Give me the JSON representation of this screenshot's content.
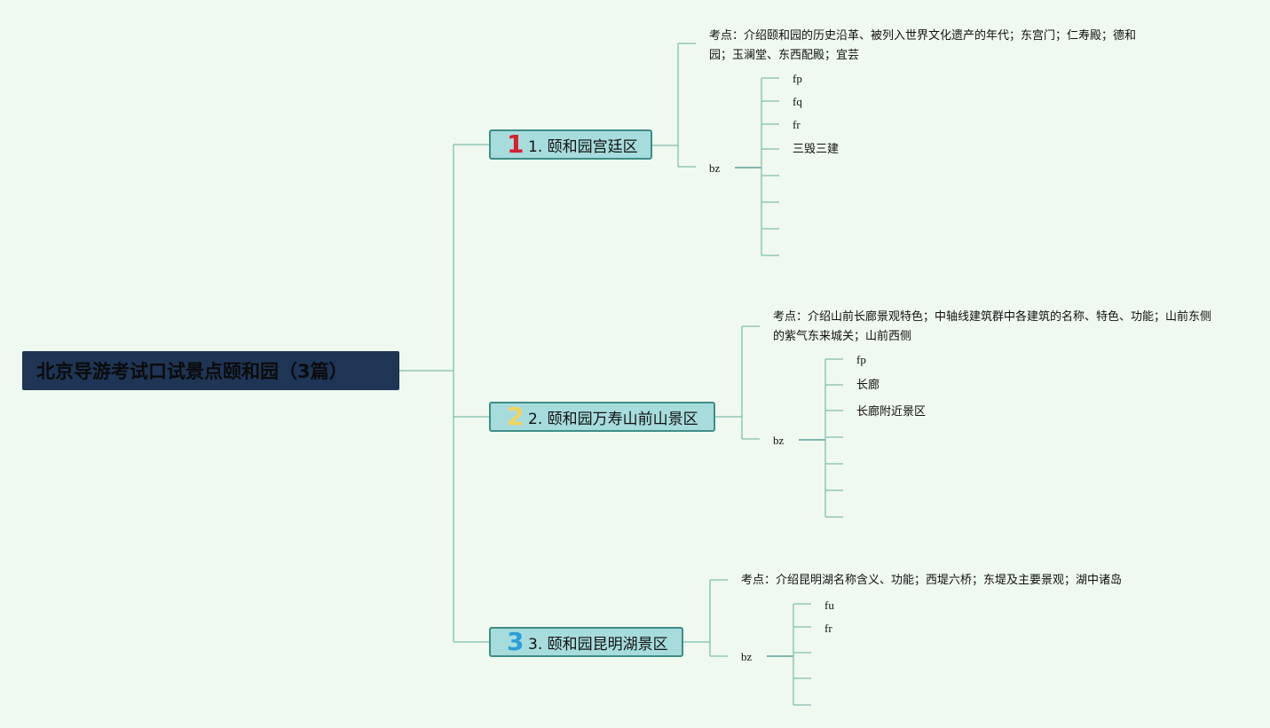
{
  "root": {
    "title": "北京导游考试口试景点颐和园（3篇）"
  },
  "topics": [
    {
      "number": "1",
      "number_color": "#d6202f",
      "label": "1. 颐和园宫廷区",
      "kaodian": "考点：介绍颐和园的历史沿革、被列入世界文化遗产的年代；东宫门；仁寿殿；德和园；玉澜堂、东西配殿；宜芸",
      "bz_label": "bz",
      "bz_items": [
        "fp",
        "fq",
        "fr",
        "三毁三建",
        "",
        "",
        "",
        ""
      ]
    },
    {
      "number": "2",
      "number_color": "#f2d45c",
      "label": "2. 颐和园万寿山前山景区",
      "kaodian": "考点：介绍山前长廊景观特色；中轴线建筑群中各建筑的名称、特色、功能；山前东侧的紫气东来城关；山前西侧",
      "bz_label": "bz",
      "bz_items": [
        "fp",
        "长廊",
        "长廊附近景区",
        "",
        "",
        "",
        ""
      ]
    },
    {
      "number": "3",
      "number_color": "#2a9fd8",
      "label": "3. 颐和园昆明湖景区",
      "kaodian": "考点：介绍昆明湖名称含义、功能；西堤六桥；东堤及主要景观；湖中诸岛",
      "bz_label": "bz",
      "bz_items": [
        "fu",
        "fr",
        "",
        "",
        ""
      ]
    }
  ]
}
